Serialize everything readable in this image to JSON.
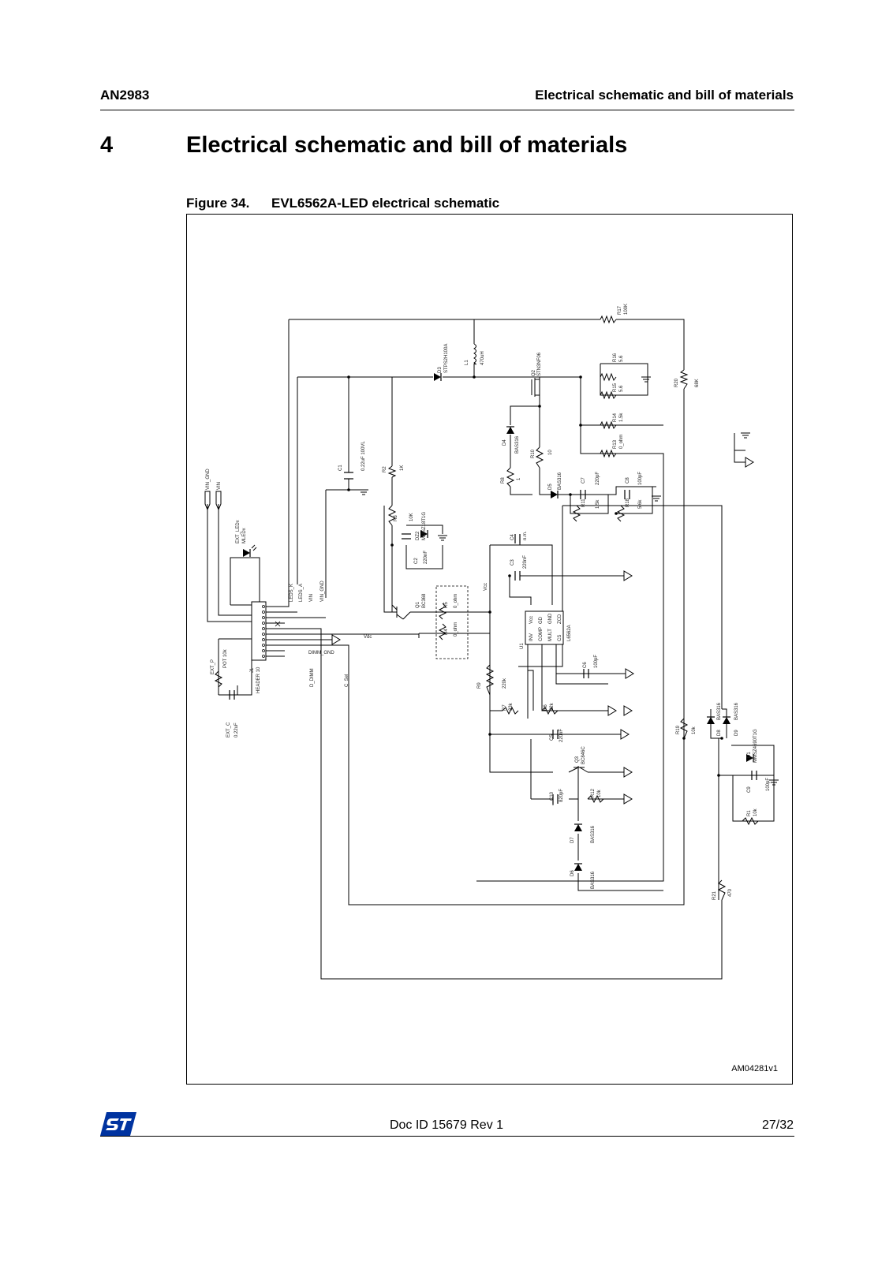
{
  "header": {
    "doc_code": "AN2983",
    "section_title": "Electrical schematic and bill of materials"
  },
  "section": {
    "number": "4",
    "title": "Electrical schematic and bill of materials"
  },
  "figure": {
    "label": "Figure 34.",
    "title": "EVL6562A-LED electrical schematic",
    "id": "AM04281v1",
    "components": {
      "r17": "R17",
      "r17_val": "100K",
      "l1": "L1",
      "l1_val": "470uH",
      "d3": "D3",
      "d3_val": "STPS2H100A",
      "q2": "Q2",
      "q2_val": "STN3NF06",
      "r16": "R16",
      "r16_val": "5.6",
      "r15": "R15",
      "r15_val": "5.6",
      "r20": "R20",
      "r20_val": "68K",
      "r14": "R14",
      "r14_val": "1.5k",
      "r13": "R13",
      "r13_val": "0_ohm",
      "d4": "D4",
      "d4_val": "BAS316",
      "r10": "R10",
      "r10_val": "10",
      "r8": "R8",
      "r8_val": "1",
      "d5": "D5",
      "d5_val": "BAS316",
      "c7": "C7",
      "c7_val": "220pF",
      "c8": "C8",
      "c8_val": "100pF",
      "r11": "R11",
      "r11_val": "1.5k",
      "r18": "R18",
      "r18_val": "5.6k",
      "c1": "C1",
      "c1_val": "0.22uF 100VL",
      "r2": "R2",
      "r2_val": "1K",
      "r3": "R3",
      "r3_val": "10K",
      "dz2": "DZ2",
      "dz2_val": "MMSZ18T1G",
      "c2": "C2",
      "c2_val": "220nF",
      "c4": "C4",
      "c4_val": "n.m.",
      "c3": "C3",
      "c3_val": "220nF",
      "vin_gnd": "VIN_GND",
      "vin": "VIN",
      "ext_leds": "EXT_LEDx",
      "mleds": "MLEDx",
      "leds_k": "LEDS_K",
      "leds_a": "LEDS_A",
      "net_vin": "VIN",
      "net_vin_gnd": "VIN_GND",
      "vcc": "Vcc",
      "q1": "Q1",
      "q1_val": "BC368",
      "r5": "R5",
      "r5_val": "0_ohm",
      "r4": "R4",
      "r4_val": "0_ohm",
      "u1": "U1",
      "u1_val": "L6562A",
      "pin_vcc": "Vcc",
      "pin_gd": "GD",
      "pin_gnd": "GND",
      "pin_zcd": "ZCD",
      "pin_inv": "INV",
      "pin_comp": "COMP",
      "pin_mult": "MULT",
      "pin_cs": "CS",
      "ext_p": "EXT_P",
      "pot": "POT 10k",
      "j1": "J1",
      "j1_val": "HEADER 10",
      "dimm_gnd": "DIMM_GND",
      "vdc": "Vdc",
      "d_dimm": "D_DIMM",
      "c_sel": "C_Sel",
      "ext_c": "EXT_C",
      "ext_c_val": "0.22uF",
      "c6": "C6",
      "c6_val": "100pF",
      "r9": "R9",
      "r9_val": "220k",
      "r7": "R7",
      "r7_val": "33k",
      "r6": "R6",
      "r6_val": "22k",
      "c5": "C5",
      "c5_val": "220nF",
      "q3": "Q3",
      "q3_val": "BC846C",
      "c10": "C10",
      "c10_val": "820pF",
      "r12": "R12",
      "r12_val": "10k",
      "d7": "D7",
      "d7_val": "BAS316",
      "d6": "D6",
      "d6_val": "BAS316",
      "r19": "R19",
      "r19_val": "10k",
      "d8": "D8",
      "d8_val": "BAS316",
      "d9": "D9",
      "d9_val": "BAS316",
      "d1": "D1",
      "d1_val": "MMSZ4690T1G",
      "c9": "C9",
      "c9_val": "100pF",
      "r1": "R1",
      "r1_val": "10k",
      "r21": "R21",
      "r21_val": "470"
    }
  },
  "footer": {
    "doc_id": "Doc ID 15679 Rev 1",
    "page": "27/32"
  },
  "colors": {
    "text": "#000000",
    "background": "#ffffff",
    "logo": "#0033a0"
  }
}
